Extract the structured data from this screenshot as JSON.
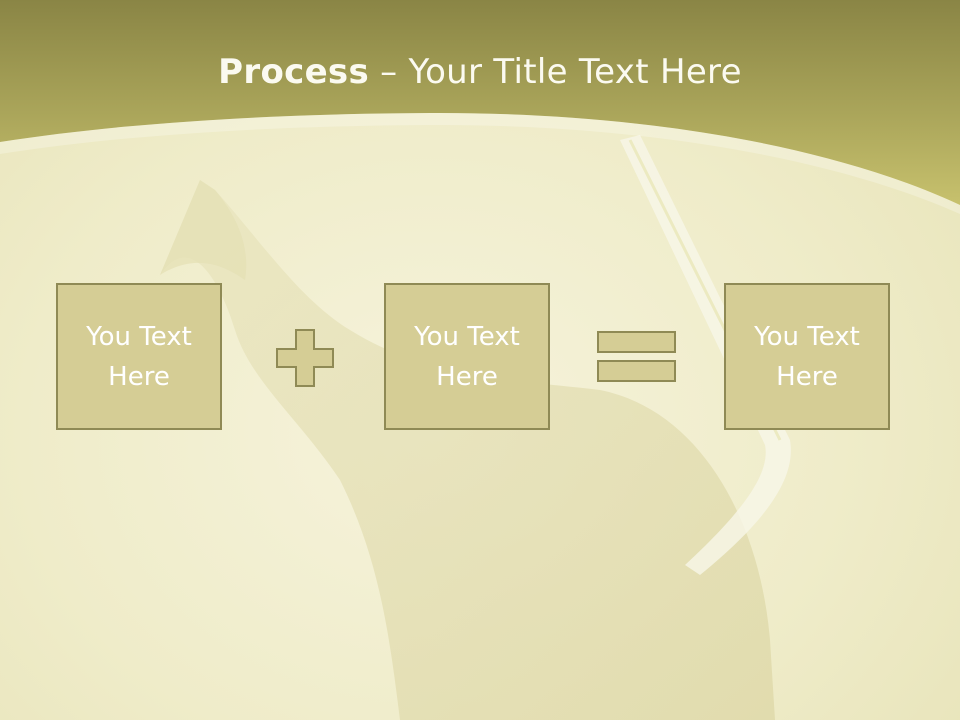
{
  "slide": {
    "title_bold": "Process",
    "title_rest": " – Your Title Text Here"
  },
  "process": {
    "steps": [
      {
        "label": "You Text Here"
      },
      {
        "label": "You Text Here"
      },
      {
        "label": "You Text Here"
      }
    ],
    "operators": [
      {
        "icon": "plus-icon"
      },
      {
        "icon": "equals-icon"
      }
    ]
  },
  "colors": {
    "header_top": "#8a8545",
    "header_bottom": "#c7c16d",
    "box_fill": "#d5cd95",
    "box_border": "#8f8a55",
    "operator_fill": "#d5cd95",
    "text_light": "#ffffff"
  }
}
